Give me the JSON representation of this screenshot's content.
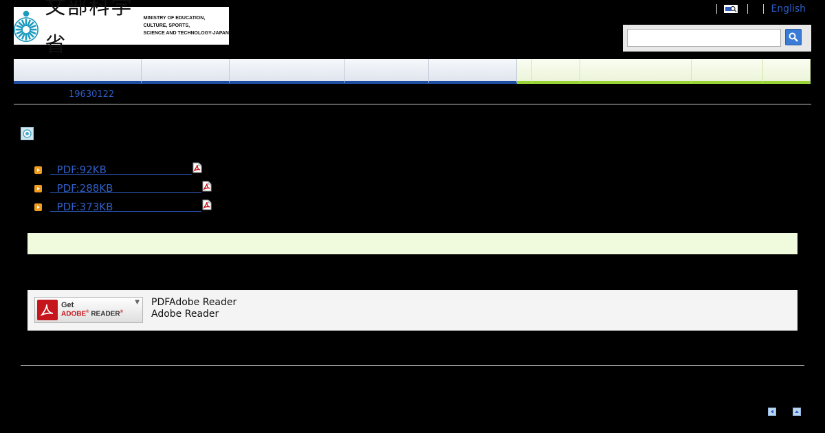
{
  "header": {
    "logo": {
      "kanji": "文部科学省",
      "en_lines": [
        "MINISTRY OF EDUCATION,",
        "CULTURE, SPORTS,",
        "SCIENCE AND TECHNOLOGY-JAPAN"
      ]
    },
    "utility": {
      "english_label": "English"
    },
    "search": {
      "value": "",
      "placeholder": ""
    }
  },
  "breadcrumb": {
    "current": "19630122"
  },
  "documents": [
    {
      "link": "  PDF:92KB                          ",
      "icon": "pdf-icon"
    },
    {
      "link": "  PDF:288KB                           ",
      "icon": "pdf-icon"
    },
    {
      "link": "  PDF:373KB                           ",
      "icon": "pdf-icon"
    }
  ],
  "adobe": {
    "button_get": "Get",
    "button_brand": "ADOBE",
    "button_product": "READER",
    "line1": "PDFAdobe Reader",
    "line2": "Adobe Reader"
  },
  "colors": {
    "link": "#2f5ec4",
    "nav_blue": "#1f4ea0",
    "nav_green": "#9ad336",
    "bullet": "#f29c1f",
    "adobe_red": "#c4161c"
  }
}
